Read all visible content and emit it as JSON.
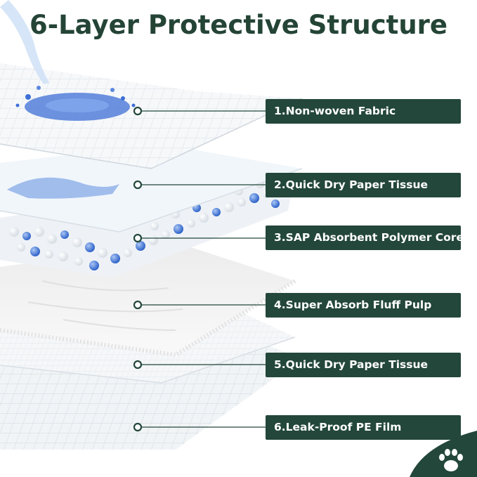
{
  "title": "6-Layer Protective Structure",
  "layers": [
    {
      "label": "1.Non-woven Fabric"
    },
    {
      "label": "2.Quick Dry Paper Tissue"
    },
    {
      "label": "3.SAP Absorbent Polymer Core"
    },
    {
      "label": "4.Super Absorb Fluff Pulp"
    },
    {
      "label": "5.Quick Dry Paper Tissue"
    },
    {
      "label": "6.Leak-Proof PE Film"
    }
  ],
  "colors": {
    "brand_green": "#23473a",
    "water_blue": "#3d6fd6",
    "sheet_white": "#f3f6f9"
  },
  "icons": [
    "water-splash-icon",
    "paw-icon"
  ]
}
